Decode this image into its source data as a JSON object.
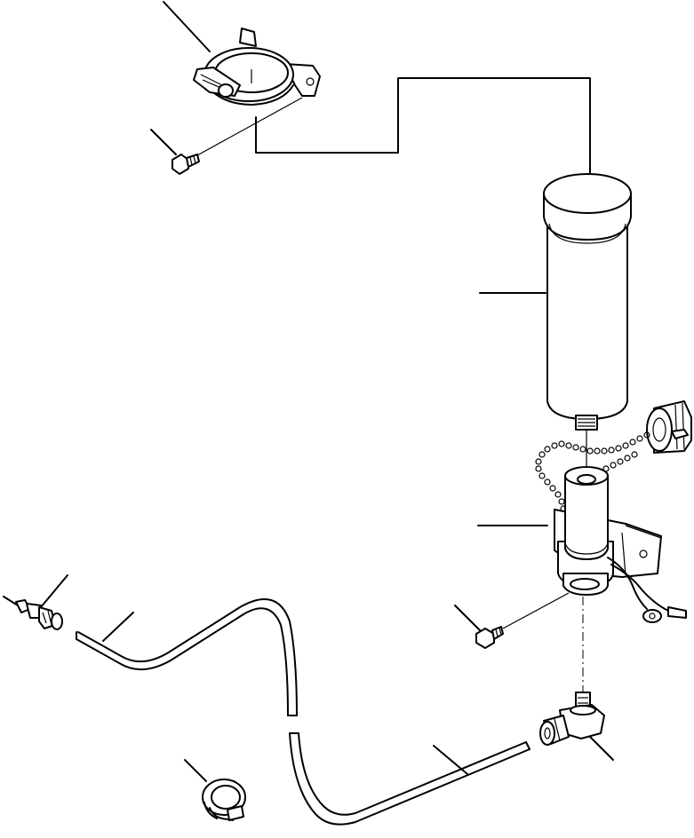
{
  "diagram": {
    "title": "",
    "colors": {
      "line": "#000000",
      "background": "#ffffff"
    },
    "parts": [
      "hose-clamp-bracket",
      "clamp-bolt",
      "filter-canister",
      "filter-bracket",
      "bracket-bolt",
      "dust-cap-with-chain",
      "sensor-fitting",
      "long-tube",
      "u-tube",
      "elbow-fitting",
      "small-clip"
    ]
  }
}
